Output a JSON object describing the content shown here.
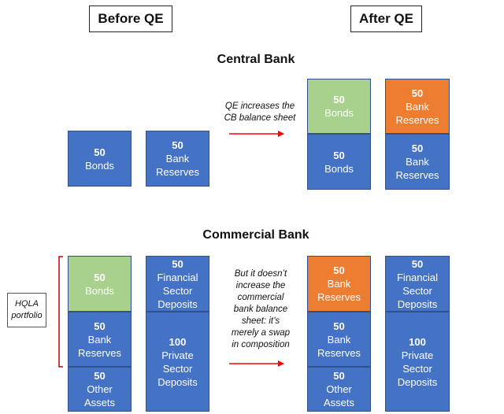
{
  "headers": {
    "before": "Before QE",
    "after": "After QE"
  },
  "sections": {
    "central": "Central Bank",
    "commercial": "Commercial Bank"
  },
  "notes": {
    "central": [
      "QE increases the",
      "CB balance sheet"
    ],
    "commercial": [
      "But it doesn’t",
      "increase the",
      "commercial",
      "bank balance",
      "sheet: it’s",
      "merely a swap",
      "in composition"
    ]
  },
  "hqla": [
    "HQLA",
    "portfolio"
  ],
  "colors": {
    "blue": "#4472c4",
    "green": "#a9d18e",
    "orange": "#ed7d31",
    "arrow": "#ff0000",
    "bracket": "#c00000"
  },
  "central_before": {
    "assets": [
      {
        "value": "50",
        "label": [
          "Bonds"
        ]
      }
    ],
    "liabilities": [
      {
        "value": "50",
        "label": [
          "Bank",
          "Reserves"
        ]
      }
    ]
  },
  "central_after": {
    "assets": [
      {
        "value": "50",
        "label": [
          "Bonds"
        ]
      },
      {
        "value": "50",
        "label": [
          "Bonds"
        ]
      }
    ],
    "liabilities": [
      {
        "value": "50",
        "label": [
          "Bank",
          "Reserves"
        ]
      },
      {
        "value": "50",
        "label": [
          "Bank",
          "Reserves"
        ]
      }
    ]
  },
  "commercial_before": {
    "assets": [
      {
        "value": "50",
        "label": [
          "Bonds"
        ]
      },
      {
        "value": "50",
        "label": [
          "Bank",
          "Reserves"
        ]
      },
      {
        "value": "50",
        "label": [
          "Other",
          "Assets"
        ]
      }
    ],
    "liabilities": [
      {
        "value": "50",
        "label": [
          "Financial",
          "Sector",
          "Deposits"
        ]
      },
      {
        "value": "100",
        "label": [
          "Private",
          "Sector",
          "Deposits"
        ]
      }
    ]
  },
  "commercial_after": {
    "assets": [
      {
        "value": "50",
        "label": [
          "Bank",
          "Reserves"
        ]
      },
      {
        "value": "50",
        "label": [
          "Bank",
          "Reserves"
        ]
      },
      {
        "value": "50",
        "label": [
          "Other",
          "Assets"
        ]
      }
    ],
    "liabilities": [
      {
        "value": "50",
        "label": [
          "Financial",
          "Sector",
          "Deposits"
        ]
      },
      {
        "value": "100",
        "label": [
          "Private",
          "Sector",
          "Deposits"
        ]
      }
    ]
  }
}
